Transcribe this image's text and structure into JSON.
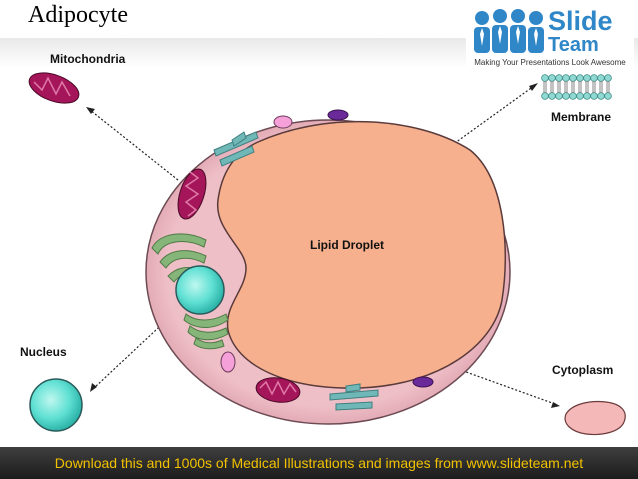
{
  "title": "Adipocyte",
  "labels": {
    "mitochondria": "Mitochondria",
    "membrane": "Membrane",
    "lipid_droplet": "Lipid Droplet",
    "nucleus": "Nucleus",
    "cytoplasm": "Cytoplasm"
  },
  "logo": {
    "slide": "Slide",
    "team": "Team",
    "tagline": "Making Your Presentations Look Awesome"
  },
  "footer": "Download this and 1000s of Medical Illustrations and images from www.slideteam.net",
  "colors": {
    "cytoplasm": "#efbfc8",
    "lipid": "#f7b08e",
    "mitochondria": "#a5155a",
    "nucleus": "#5fe0d3",
    "golgi": "#86b57a",
    "er": "#70b8b8",
    "footer_text": "#f2c200",
    "logo_blue": "#2f87c8"
  }
}
